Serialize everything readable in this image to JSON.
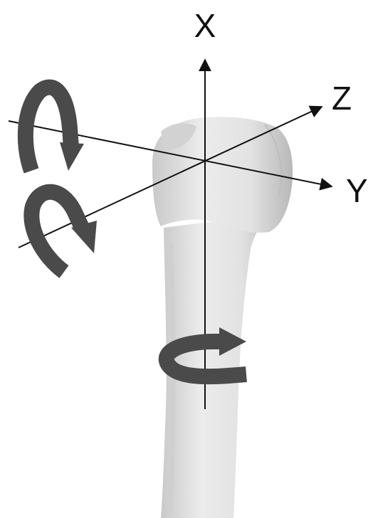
{
  "axes": {
    "x": {
      "label": "X"
    },
    "y": {
      "label": "Y"
    },
    "z": {
      "label": "Z"
    }
  },
  "colors": {
    "background": "#ffffff",
    "axis_line": "#111111",
    "rotation_arrow": "#4a4a4a",
    "bone_fill": "#e6e6e6",
    "bone_shadow": "#bdbdbd"
  },
  "icons": {
    "rotation_about_x": "curved-arrow-horizontal-icon",
    "rotation_about_y": "curved-arrow-vertical-icon",
    "rotation_about_z": "curved-arrow-vertical-icon"
  }
}
